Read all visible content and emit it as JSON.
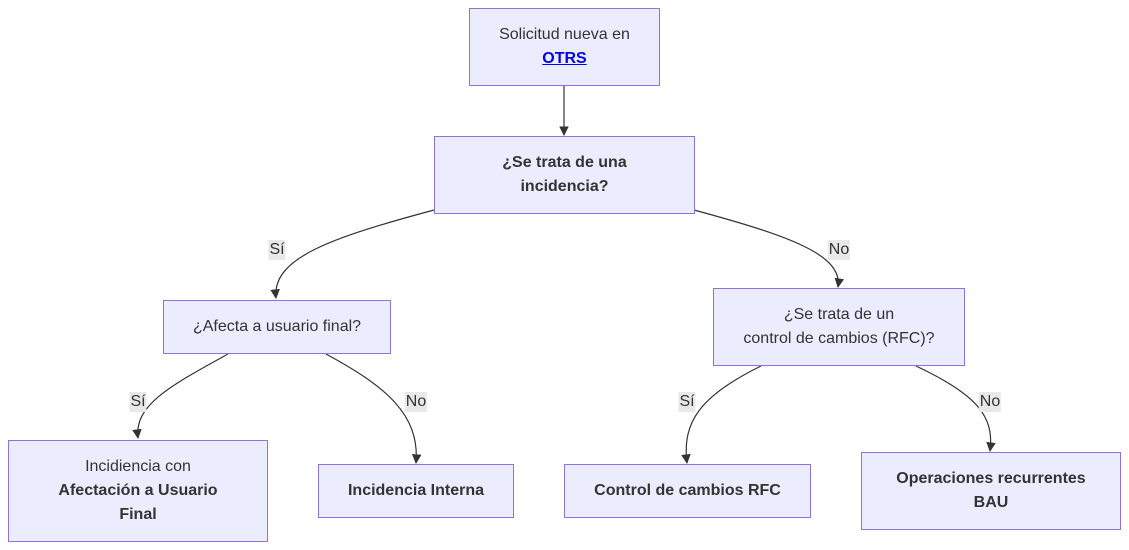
{
  "nodes": {
    "start": {
      "line1": "Solicitud nueva en",
      "link": "OTRS"
    },
    "q_incident": {
      "line1": "¿Se trata de una",
      "line2": "incidencia?"
    },
    "q_end_user": {
      "line1": "¿Afecta a usuario final?"
    },
    "q_rfc": {
      "line1": "¿Se trata de un",
      "line2": "control de cambios (RFC)?"
    },
    "incident_end_user": {
      "line1": "Incidiencia con",
      "line2": "Afectación a Usuario",
      "line3": "Final"
    },
    "incident_internal": {
      "line1": "Incidencia Interna"
    },
    "rfc_control": {
      "line1": "Control de cambios RFC"
    },
    "bau_ops": {
      "line1": "Operaciones recurrentes",
      "line2": "BAU"
    }
  },
  "edges": {
    "incident_yes": "Sí",
    "incident_no": "No",
    "end_user_yes": "Sí",
    "end_user_no": "No",
    "rfc_yes": "Sí",
    "rfc_no": "No"
  },
  "colors": {
    "node_fill": "#ececff",
    "node_stroke": "#9370db",
    "edge_stroke": "#333333",
    "label_bg": "#e8e8e8",
    "link": "#0000ee"
  }
}
